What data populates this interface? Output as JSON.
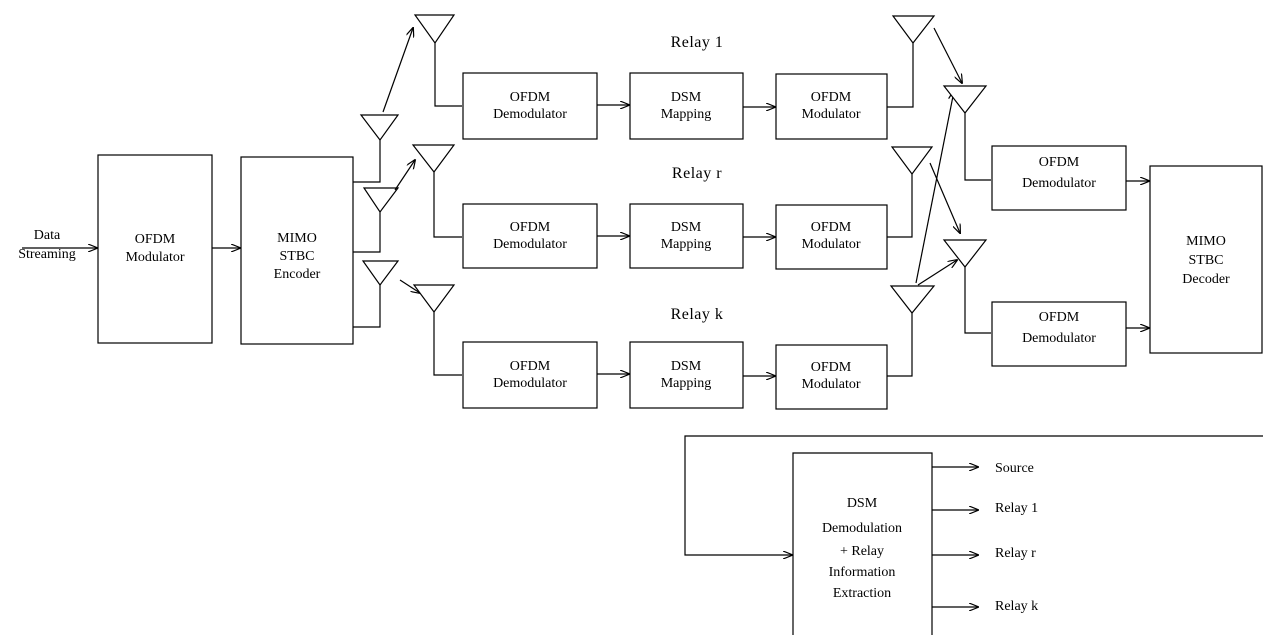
{
  "input_label": [
    "Data",
    "Streaming"
  ],
  "tx": {
    "ofdm_modulator": [
      "OFDM",
      "Modulator"
    ],
    "stbc_encoder": [
      "MIMO",
      "STBC",
      "Encoder"
    ]
  },
  "relays": [
    {
      "label": "Relay 1",
      "demod": [
        "OFDM",
        "Demodulator"
      ],
      "mapping": [
        "DSM",
        "Mapping"
      ],
      "mod": [
        "OFDM",
        "Modulator"
      ]
    },
    {
      "label": "Relay r",
      "demod": [
        "OFDM",
        "Demodulator"
      ],
      "mapping": [
        "DSM",
        "Mapping"
      ],
      "mod": [
        "OFDM",
        "Modulator"
      ]
    },
    {
      "label": "Relay k",
      "demod": [
        "OFDM",
        "Demodulator"
      ],
      "mapping": [
        "DSM",
        "Mapping"
      ],
      "mod": [
        "OFDM",
        "Modulator"
      ]
    }
  ],
  "rx": {
    "demod_1": [
      "OFDM",
      "Demodulator"
    ],
    "demod_2": [
      "OFDM",
      "Demodulator"
    ],
    "decoder": [
      "MIMO",
      "STBC",
      "Decoder"
    ]
  },
  "extraction": {
    "block": [
      "DSM",
      "Demodulation",
      "+ Relay",
      "Information",
      "Extraction"
    ],
    "outputs": [
      "Source",
      "Relay 1",
      "Relay r",
      "Relay k"
    ]
  }
}
